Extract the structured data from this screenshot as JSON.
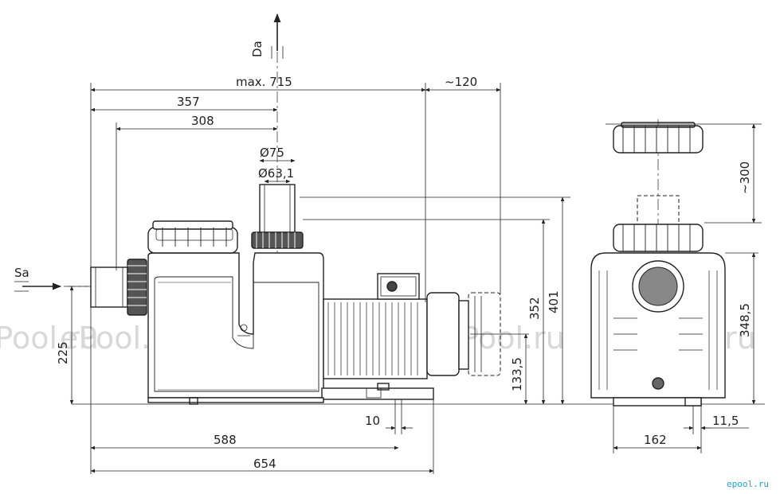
{
  "flow_labels": {
    "suction": "Sa",
    "discharge": "Da"
  },
  "dimensions": {
    "max_length": "max. 715",
    "service_clearance": "~120",
    "inlet_to_center": "357",
    "flange_to_center": "308",
    "outer_diameter": "Ø75",
    "inner_diameter": "Ø63,1",
    "inlet_height": "225",
    "base_depth": "10",
    "foot_spacing": "588",
    "overall_base": "654",
    "motor_axis_height": "133,5",
    "top_height": "352",
    "outlet_height": "401",
    "lid_removal": "~300",
    "side_height": "348,5",
    "side_foot_width": "162",
    "side_foot_offset": "11,5"
  },
  "watermark": "ePool.ru",
  "logo_text": "epool.ru",
  "colors": {
    "line": "#222222",
    "watermark": "#d8d8d8",
    "logo": "#1aa7d9"
  }
}
